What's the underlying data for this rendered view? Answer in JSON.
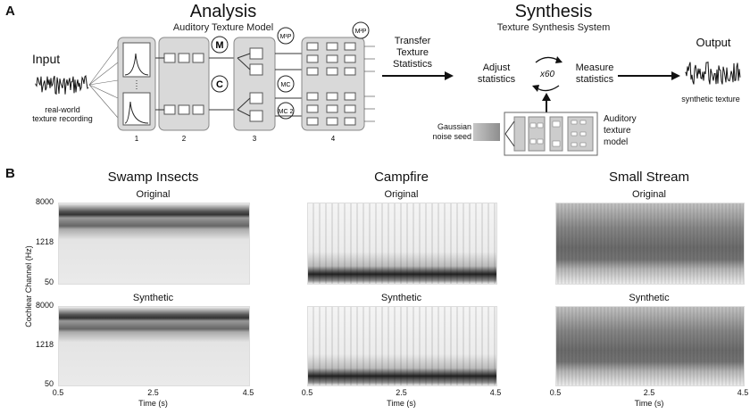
{
  "panelA": {
    "letter": "A",
    "analysis_title": "Analysis",
    "analysis_subtitle": "Auditory Texture Model",
    "synthesis_title": "Synthesis",
    "synthesis_subtitle": "Texture Synthesis System",
    "input_label": "Input",
    "input_caption_1": "real-world",
    "input_caption_2": "texture recording",
    "stage_numbers": [
      "1",
      "2",
      "3",
      "4"
    ],
    "stat_nodes": [
      "M",
      "C",
      "M¹P",
      "MC",
      "MC 2",
      "M²P"
    ],
    "transfer_label_1": "Transfer",
    "transfer_label_2": "Texture",
    "transfer_label_3": "Statistics",
    "adjust_label_1": "Adjust",
    "adjust_label_2": "statistics",
    "measure_label_1": "Measure",
    "measure_label_2": "statistics",
    "iterations": "x60",
    "output_label": "Output",
    "output_caption": "synthetic texture",
    "noise_label_1": "Gaussian",
    "noise_label_2": "noise seed",
    "model_label_1": "Auditory",
    "model_label_2": "texture",
    "model_label_3": "model"
  },
  "panelB": {
    "letter": "B",
    "y_axis_label": "Cochlear Channel (Hz)",
    "y_ticks": [
      "8000",
      "1218",
      "50"
    ],
    "x_ticks": [
      "0.5",
      "2.5",
      "4.5"
    ],
    "x_axis_label": "Time (s)",
    "row_labels": [
      "Original",
      "Synthetic"
    ],
    "columns": [
      {
        "title": "Swamp Insects"
      },
      {
        "title": "Campfire"
      },
      {
        "title": "Small Stream"
      }
    ]
  }
}
